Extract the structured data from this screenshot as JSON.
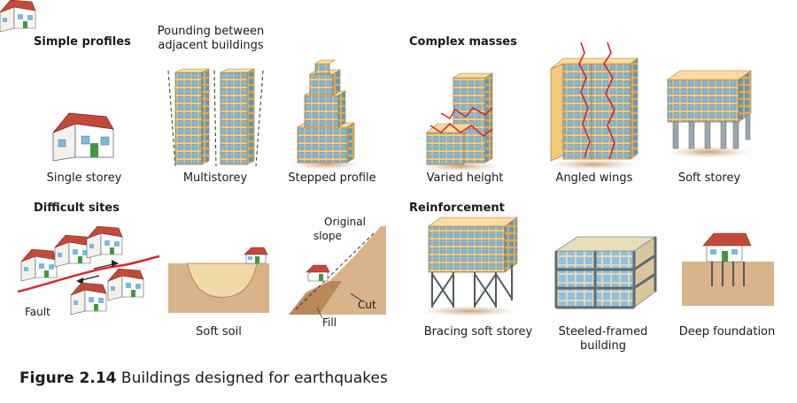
{
  "figure": {
    "number": "Figure 2.14",
    "caption": "Buildings designed for earthquakes"
  },
  "sections": {
    "simple_profiles": "Simple profiles",
    "complex_masses": "Complex masses",
    "difficult_sites": "Difficult sites",
    "reinforcement": "Reinforcement"
  },
  "labels": {
    "pounding_line1": "Pounding between",
    "pounding_line2": "adjacent buildings",
    "single_storey": "Single storey",
    "multistorey": "Multistorey",
    "stepped_profile": "Stepped profile",
    "varied_height": "Varied height",
    "angled_wings": "Angled wings",
    "soft_storey": "Soft storey",
    "fault": "Fault",
    "soft_soil": "Soft soil",
    "original_slope_line1": "Original",
    "original_slope_line2": "slope",
    "cut": "Cut",
    "fill": "Fill",
    "bracing_soft_storey": "Bracing soft storey",
    "steeled_framed_line1": "Steeled-framed",
    "steeled_framed_line2": "building",
    "deep_foundation": "Deep foundation"
  },
  "colors": {
    "facade": "#f5c97a",
    "facade_dark": "#e3a94f",
    "roof": "#c24a3a",
    "window": "#7fb8dc",
    "ground": "#b07a4a",
    "ground_light": "#d9b38a",
    "crack": "#d8262c",
    "door": "#3f9a3f",
    "steel": "#7d8c96"
  }
}
